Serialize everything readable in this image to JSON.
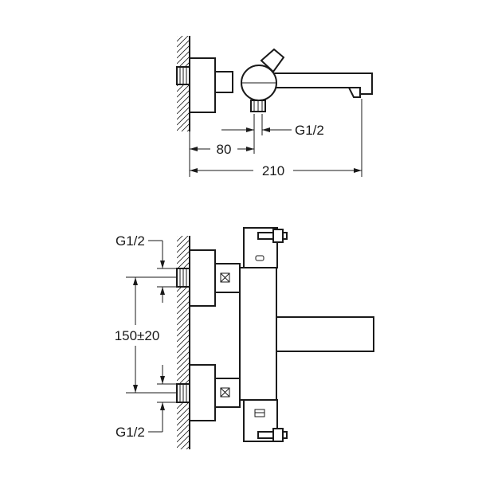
{
  "top_view": {
    "dim_thread_label": "G1/2",
    "dim_short_label": "80",
    "dim_long_label": "210"
  },
  "front_view": {
    "dim_thread_top_label": "G1/2",
    "dim_spacing_label": "150±20",
    "dim_thread_bottom_label": "G1/2"
  }
}
